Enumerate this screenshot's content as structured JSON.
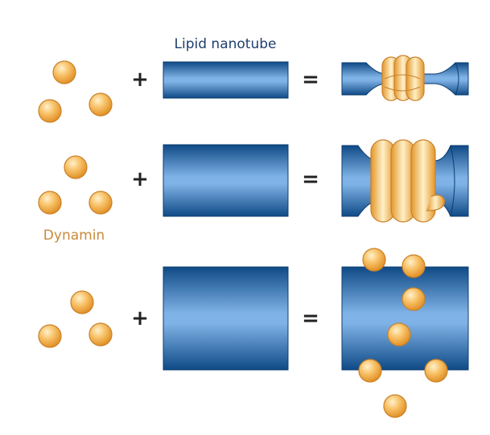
{
  "labels": {
    "tube": "Lipid nanotube",
    "dynamin": "Dynamin"
  },
  "operators": {
    "plus": "+",
    "equals": "="
  },
  "colors": {
    "tube_dark": "#0f4a86",
    "tube_light": "#7fb2e6",
    "ball_light": "#fde2a6",
    "ball_dark": "#e49a2c",
    "ball_stroke": "#c9812a",
    "label_tube": "#1f3f6e",
    "label_dynamin": "#c98a3a"
  },
  "rows": [
    {
      "tube_size": "thin",
      "result": "tight-coil"
    },
    {
      "tube_size": "medium",
      "result": "loose-coil"
    },
    {
      "tube_size": "thick",
      "result": "scattered"
    }
  ]
}
